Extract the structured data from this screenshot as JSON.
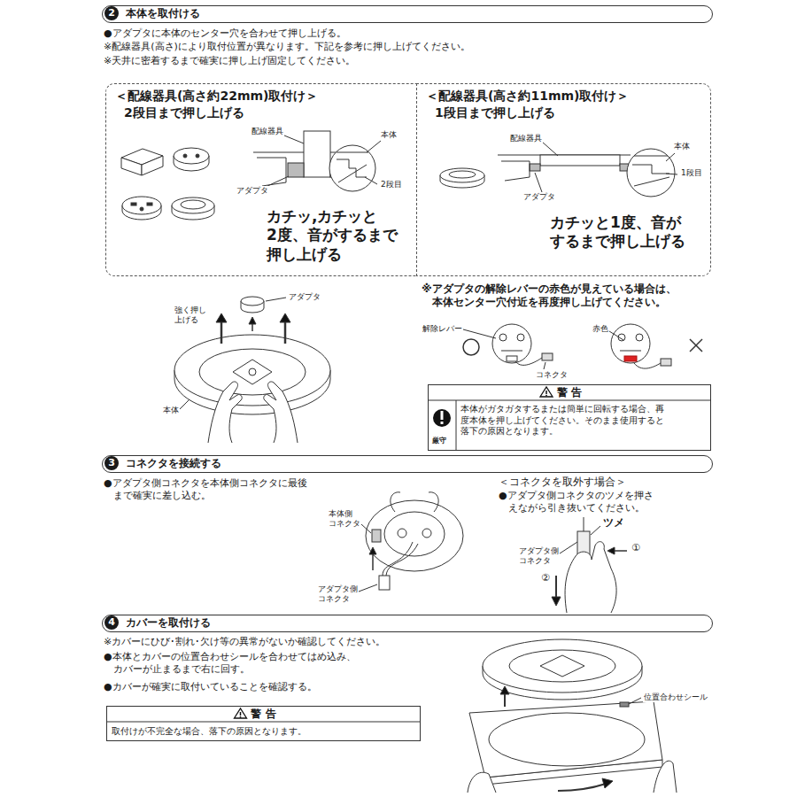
{
  "diagram": {
    "nodes": [
      {
        "text": [
          "2",
          "本体を取付ける"
        ]
      },
      {
        "text": [
          "＜配線器具(高さ約22mm)取付け＞",
          "2段目まで押し上げる",
          "カチッ,カチッと 2度、音がするまで 押し上げる"
        ]
      },
      {
        "text": [
          "＜配線器具(高さ約11mm)取付け＞",
          "1段目まで押し上げる",
          "カチッと1度、音が するまで押し上げる"
        ]
      },
      {
        "text": [
          "警 告",
          "厳守",
          "本体がガタガタするまたは簡単に回転する場合、再 度本体を押し上げてください。そのまま使用すると 落下の原因となります。"
        ]
      },
      {
        "text": [
          "3",
          "コネクタを接続する"
        ]
      },
      {
        "text": [
          "4",
          "カバーを取付ける"
        ]
      },
      {
        "text": [
          "警 告",
          "取付けが不完全な場合、落下の原因となります。"
        ]
      }
    ],
    "labels": [
      "●アダプタに本体のセンター穴を合わせて押し上げる。",
      "※配線器具(高さ)により取付位置が異なります。下記を参考に押し上げてください。",
      "※天井に密着するまで確実に押し上げ固定してください。",
      "配線器具",
      "本体",
      "アダプタ",
      "2段目",
      "配線器具",
      "本体",
      "アダプタ",
      "1段目",
      "アダプタ",
      "強く押し 上げる",
      "本体",
      "※アダプタの解除レバーの赤色が見えている場合は、 本体センター穴付近を再度押し上げてください。",
      "解除レバー",
      "赤色",
      "コネクタ",
      "●アダプタ側コネクタを本体側コネクタに最後 まで確実に差し込む。",
      "本体側 コネクタ",
      "アダプタ側 コネクタ",
      "＜コネクタを取外す場合＞",
      "●アダプタ側コネクタのツメを押さ えながら引き抜いてください。",
      "ツメ",
      "アダプタ側 コネクタ",
      "①",
      "②",
      "※カバーにひび･割れ･欠け等の異常がないか確認してください。",
      "●本体とカバーの位置合わせシールを合わせてはめ込み、 カバーが止まるまで右に回す。",
      "●カバーが確実に取付いていることを確認する。",
      "位置合わせシール"
    ]
  }
}
